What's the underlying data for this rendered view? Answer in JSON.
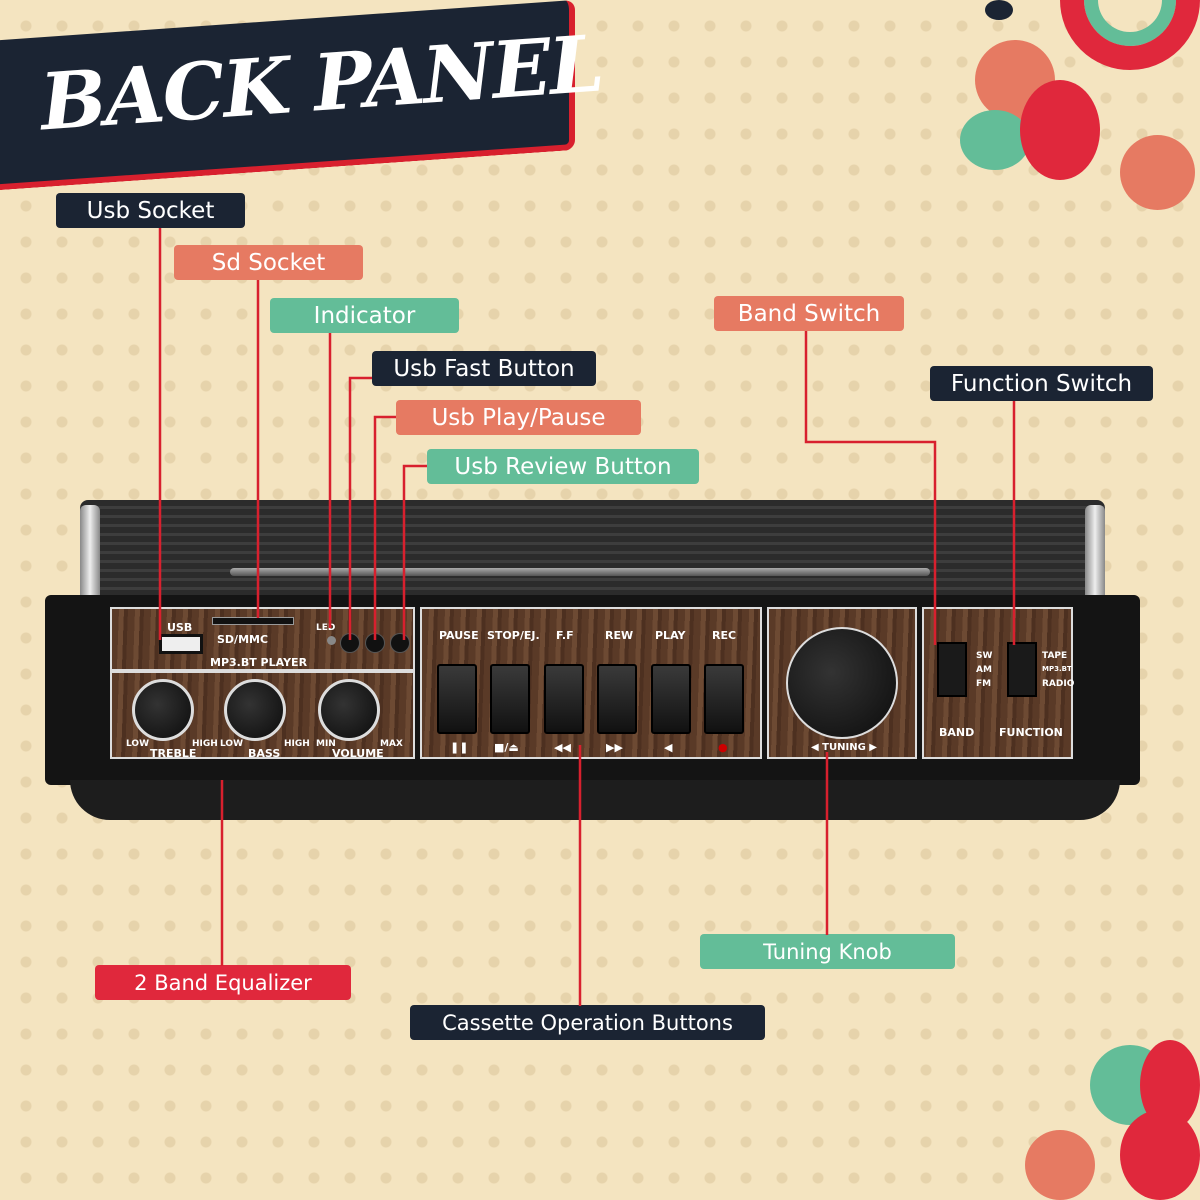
{
  "title": "BACK PANEL",
  "labels": {
    "usb_socket": "Usb Socket",
    "sd_socket": "Sd Socket",
    "indicator": "Indicator",
    "usb_fast": "Usb Fast Button",
    "usb_play_pause": "Usb Play/Pause",
    "usb_review": "Usb Review Button",
    "band_switch": "Band Switch",
    "function_switch": "Function Switch",
    "equalizer": "2 Band Equalizer",
    "cassette": "Cassette Operation Buttons",
    "tuning_knob": "Tuning Knob"
  },
  "panel": {
    "usb": "USB",
    "sd": "SD/MMC",
    "led": "LED",
    "player": "MP3.BT PLAYER",
    "treble": "TREBLE",
    "bass": "BASS",
    "volume": "VOLUME",
    "low": "LOW",
    "high": "HIGH",
    "min": "MIN",
    "max": "MAX",
    "cassette_keys": [
      "PAUSE",
      "STOP/EJ.",
      "F.F",
      "REW",
      "PLAY",
      "REC"
    ],
    "cassette_symbols": [
      "❚❚",
      "■/⏏",
      "◀◀",
      "▶▶",
      "◀",
      "●"
    ],
    "tuning": "◀ TUNING ▶",
    "band_options": [
      "SW",
      "AM",
      "FM"
    ],
    "function_options": [
      "TAPE",
      "MP3.BT",
      "RADIO"
    ],
    "band": "BAND",
    "function": "FUNCTION"
  },
  "colors": {
    "navy": "#1b2433",
    "salmon": "#e67a62",
    "teal": "#63bd98",
    "red": "#e0283c",
    "background": "#f4e4c0"
  }
}
